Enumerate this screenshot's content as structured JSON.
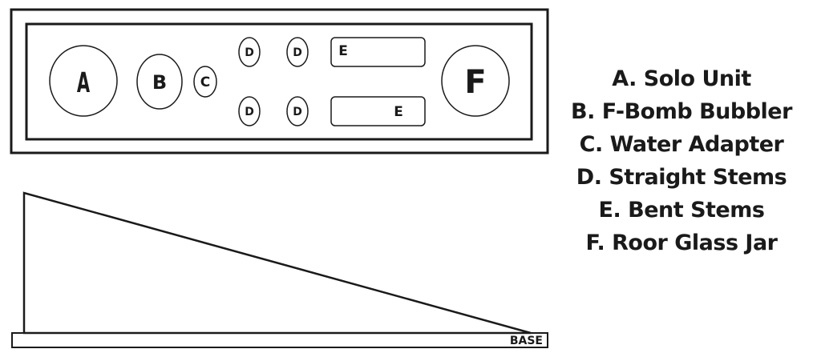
{
  "parts": {
    "solo_unit": "A",
    "bubbler": "B",
    "water_adapter": "C",
    "straight_stem": "D",
    "bent_stem": "E",
    "jar": "F"
  },
  "base_label": "BASE",
  "legend": [
    "A. Solo Unit",
    "B. F-Bomb Bubbler",
    "C. Water Adapter",
    "D. Straight Stems",
    "E. Bent Stems",
    "F. Roor Glass Jar"
  ]
}
